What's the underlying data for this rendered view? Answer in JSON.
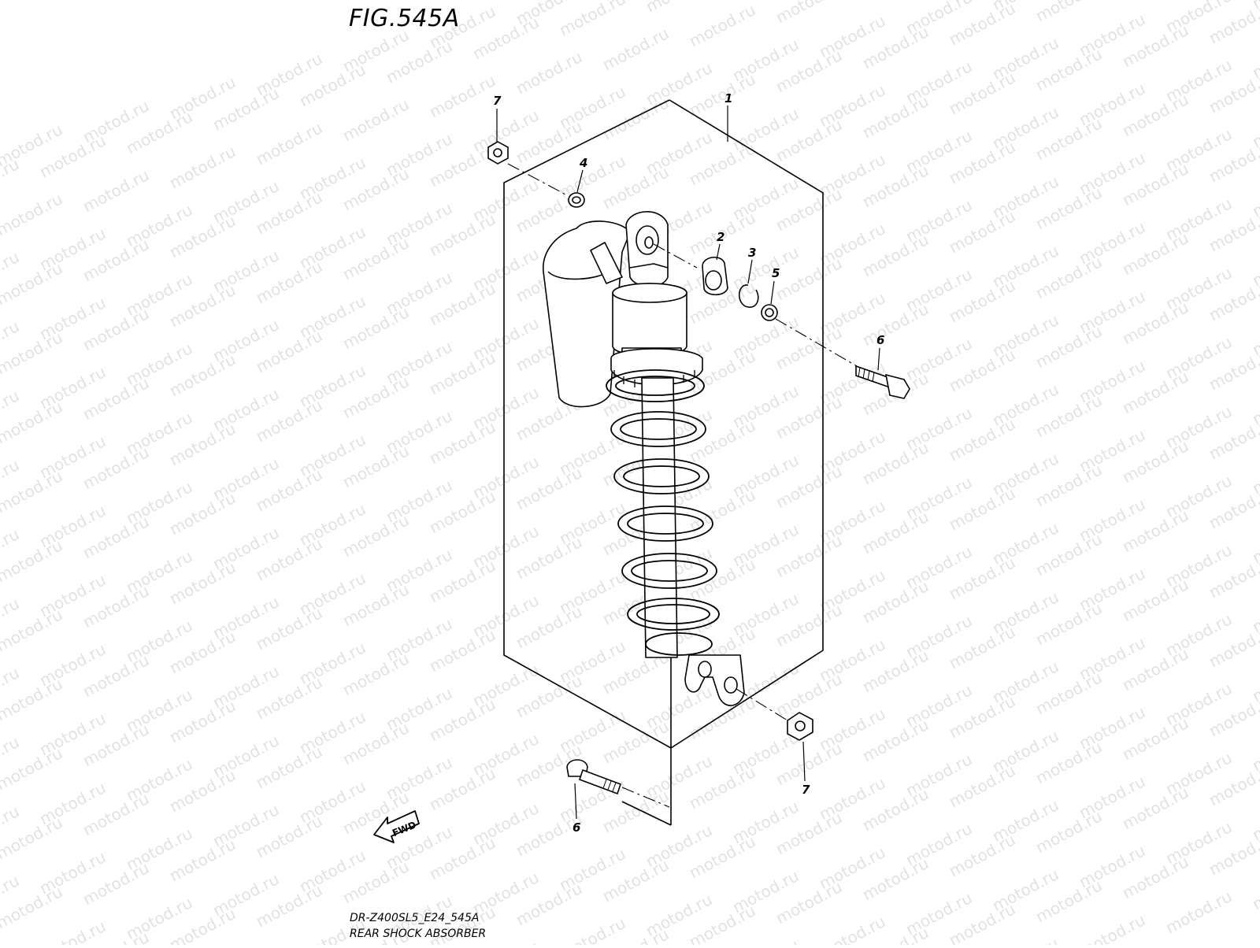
{
  "figure_title": "FIG.545A",
  "model_code": "DR-Z400SL5_E24_545A",
  "part_group_name": "REAR SHOCK ABSORBER",
  "watermark_text": "motod.ru",
  "fwd_label": "FWD",
  "callouts": [
    "1",
    "2",
    "3",
    "4",
    "5",
    "6",
    "7",
    "6",
    "7"
  ],
  "colors": {
    "line": "#000000",
    "watermark": "#e2e2e2",
    "background": "#ffffff"
  }
}
